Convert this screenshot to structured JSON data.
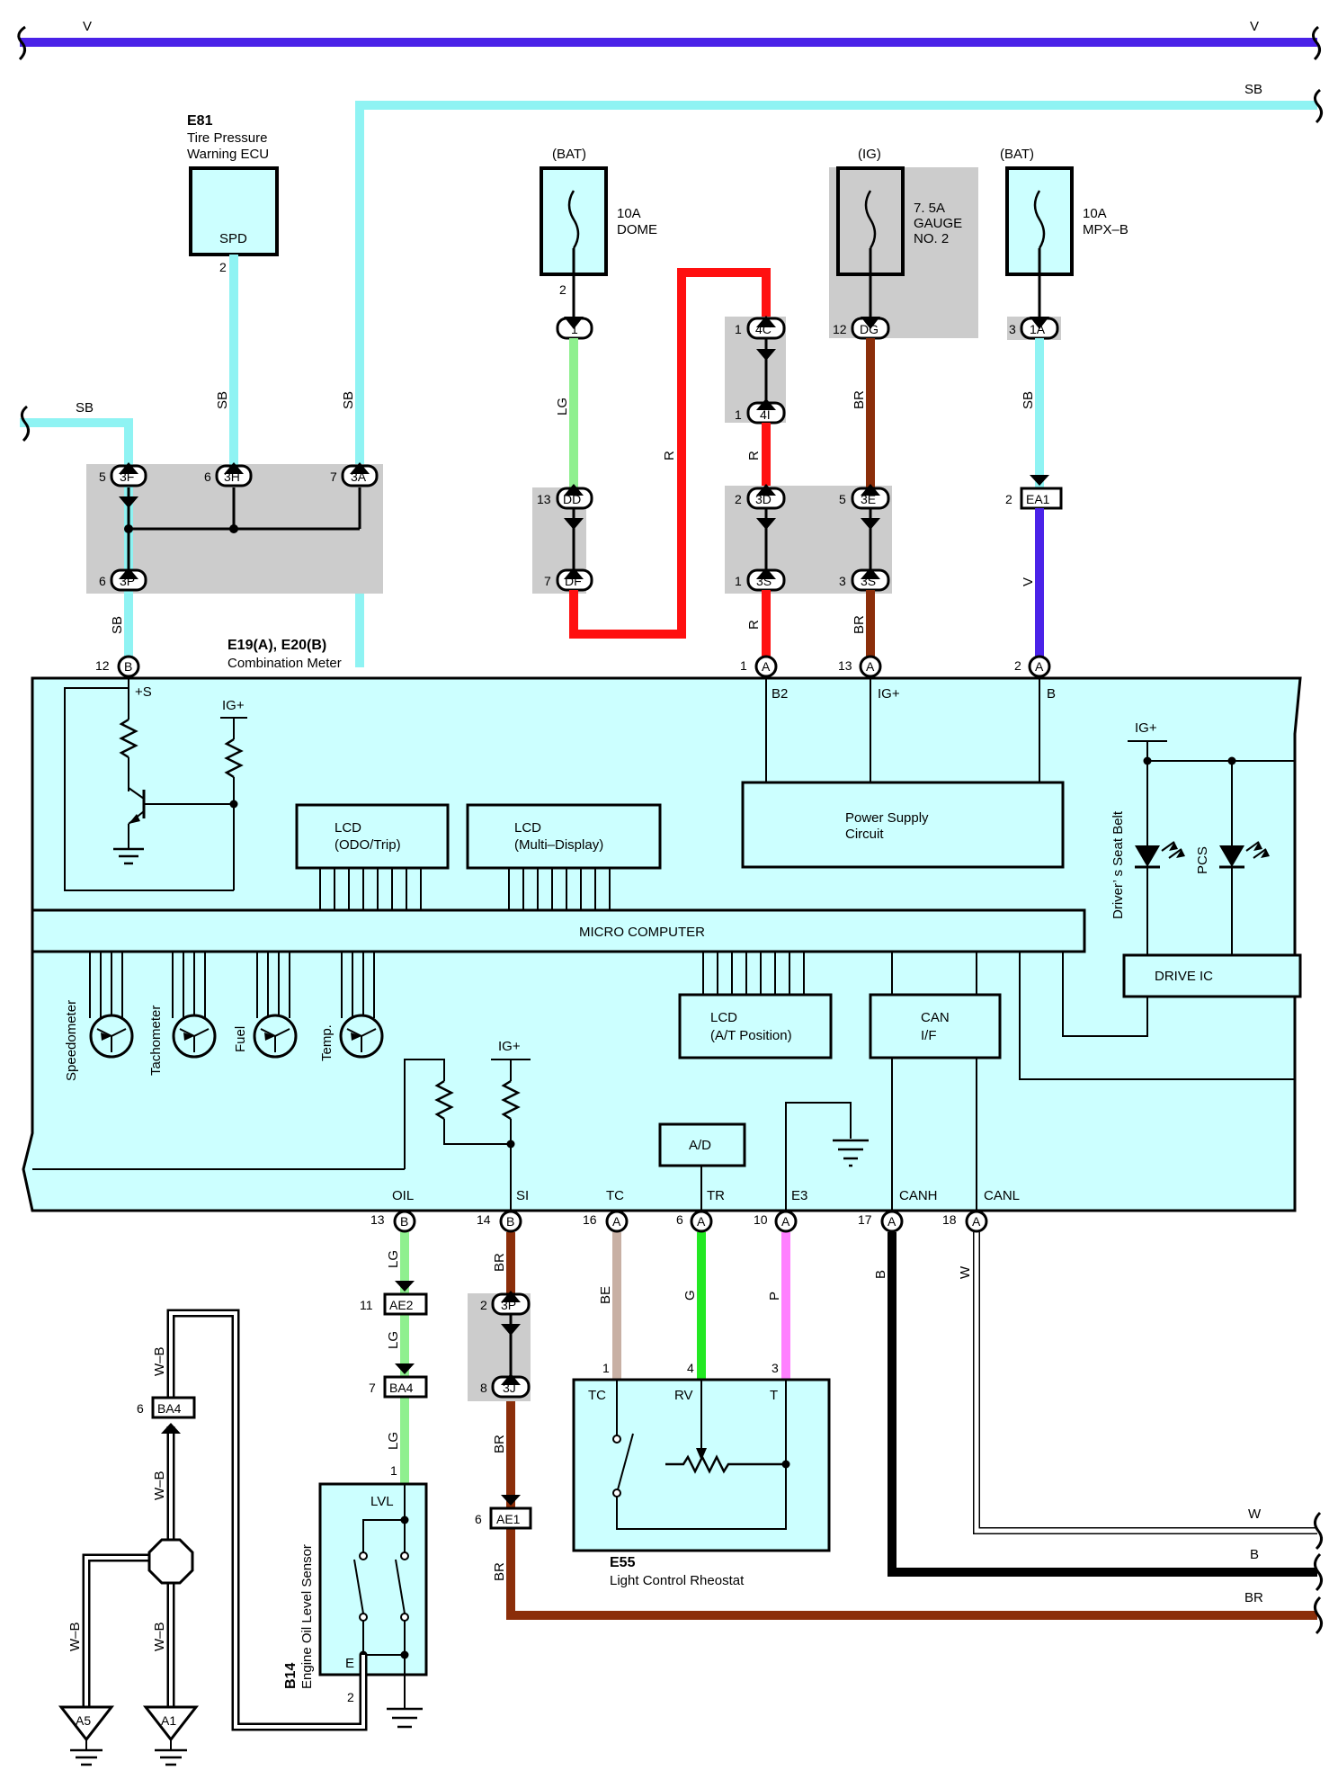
{
  "colors": {
    "V": "#4a22e8",
    "SB": "#8ff3f3",
    "R": "#ff1010",
    "LG": "#8ff08f",
    "BR": "#8b2e0a",
    "BE": "#c8b0a4",
    "G": "#22e822",
    "P": "#ff80ff",
    "B": "#000000",
    "W": "#ffffff",
    "WB": "#000000",
    "panel": "#ccffff",
    "junction_grey": "#cccccc"
  },
  "wire_labels": {
    "v_left": "V",
    "v_right": "V",
    "sb_top": "SB",
    "sb_left": "SB",
    "sb_e81": "SB",
    "sb_3a": "SB",
    "sb_3p": "SB",
    "lg_dome": "LG",
    "r_mid": "R",
    "r_4i": "R",
    "r_3s": "R",
    "br_dg": "BR",
    "br_3s": "BR",
    "sb_1a": "SB",
    "v_ea1": "V",
    "lg_b13": "LG",
    "lg_ae2": "LG",
    "lg_ba4": "LG",
    "br_b14": "BR",
    "br_3j": "BR",
    "br_ae1": "BR",
    "br_right": "BR",
    "be": "BE",
    "g": "G",
    "p": "P",
    "b_canh": "B",
    "w_canl": "W",
    "w_right": "W",
    "b_right": "B",
    "wb1": "W–B",
    "wb2": "W–B",
    "wb3": "W–B",
    "wb4": "W–B"
  },
  "components": {
    "e81_code": "E81",
    "e81_name_1": "Tire Pressure",
    "e81_name_2": "Warning ECU",
    "e81_pin": "SPD",
    "e81_pin_no": "2",
    "fuse_dome_src": "(BAT)",
    "fuse_dome_1": "10A",
    "fuse_dome_2": "DOME",
    "fuse_gauge_src": "(IG)",
    "fuse_gauge_1": "7. 5A",
    "fuse_gauge_2": "GAUGE",
    "fuse_gauge_3": "NO. 2",
    "fuse_mpx_src": "(BAT)",
    "fuse_mpx_1": "10A",
    "fuse_mpx_2": "MPX–B",
    "meter_code": "E19(A), E20(B)",
    "meter_name": "Combination Meter",
    "e55_code": "E55",
    "e55_name": "Light Control Rheostat",
    "b14_code": "B14",
    "b14_name": "Engine Oil Level Sensor"
  },
  "connectors": {
    "c_1": "1",
    "c_4C": "4C",
    "c_4I": "4I",
    "c_DG": "DG",
    "c_1A": "1A",
    "c_3F": "3F",
    "c_3H": "3H",
    "c_3A": "3A",
    "c_3P": "3P",
    "c_DD": "DD",
    "c_DF": "DF",
    "c_3D": "3D",
    "c_3E": "3E",
    "c_3S1": "3S",
    "c_3S2": "3S",
    "c_EA1": "EA1",
    "c_B12": "B",
    "c_A1": "A",
    "c_A13": "A",
    "c_A2": "A",
    "c_B13": "B",
    "c_B14": "B",
    "c_A16": "A",
    "c_A6": "A",
    "c_A10": "A",
    "c_A17": "A",
    "c_A18": "A",
    "c_AE2": "AE2",
    "c_BA4a": "BA4",
    "c_BA4b": "BA4",
    "c_3P2": "3P",
    "c_3J": "3J",
    "c_AE1": "AE1",
    "g_A5": "A5",
    "g_A1": "A1"
  },
  "pins": {
    "p_2_dome": "2",
    "p_1_4c": "1",
    "p_1_4i": "1",
    "p_12_dg": "12",
    "p_3_1a": "3",
    "p_5_3f": "5",
    "p_6_3h": "6",
    "p_7_3a": "7",
    "p_6_3p": "6",
    "p_13_dd": "13",
    "p_7_df": "7",
    "p_2_3d": "2",
    "p_5_3e": "5",
    "p_1_3s": "1",
    "p_3_3s": "3",
    "p_2_ea1": "2",
    "p_12_b": "12",
    "p_1_a": "1",
    "p_13_a": "13",
    "p_2_a": "2",
    "p_13_b": "13",
    "p_14_b": "14",
    "p_16_a": "16",
    "p_6_a": "6",
    "p_10_a": "10",
    "p_17_a": "17",
    "p_18_a": "18",
    "p_11_ae2": "11",
    "p_7_ba4": "7",
    "p_1_lvl": "1",
    "p_6_ba4": "6",
    "p_2_3p": "2",
    "p_8_3j": "8",
    "p_6_ae1": "6",
    "p_1_tc": "1",
    "p_4_rv": "4",
    "p_3_t": "3",
    "p_2_e": "2"
  },
  "meter": {
    "plus_s": "+S",
    "ig_plus_1": "IG+",
    "b2": "B2",
    "ig_plus_top": "IG+",
    "b": "B",
    "ig_plus_right": "IG+",
    "ig_plus_si": "IG+",
    "lcd_odo_1": "LCD",
    "lcd_odo_2": "(ODO/Trip)",
    "lcd_multi_1": "LCD",
    "lcd_multi_2": "(Multi–Display)",
    "psc_1": "Power Supply",
    "psc_2": "Circuit",
    "micro": "MICRO COMPUTER",
    "drive_ic": "DRIVE IC",
    "seat_belt": "Driver’ s Seat Belt",
    "pcs": "PCS",
    "speedometer": "Speedometer",
    "tachometer": "Tachometer",
    "fuel": "Fuel",
    "temp": "Temp.",
    "lcd_at_1": "LCD",
    "lcd_at_2": "(A/T Position)",
    "can_1": "CAN",
    "can_2": "I/F",
    "ad": "A/D",
    "oil": "OIL",
    "si": "SI",
    "tc": "TC",
    "tr": "TR",
    "e3": "E3",
    "canh": "CANH",
    "canl": "CANL"
  },
  "rheostat": {
    "tc": "TC",
    "rv": "RV",
    "t": "T"
  },
  "sensor": {
    "lvl": "LVL",
    "e": "E"
  }
}
